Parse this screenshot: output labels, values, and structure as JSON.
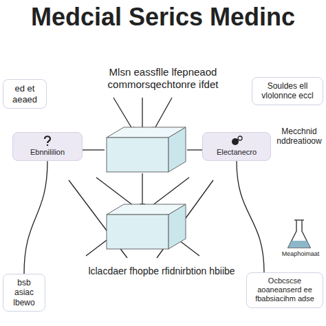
{
  "diagram": {
    "title": "Medcial Serics Medinc",
    "nodes": [
      {
        "text": [
          "ed et aeaed"
        ]
      },
      {
        "text": [
          "Souldes ell vlolonnce eccl"
        ]
      },
      {
        "text": [
          "Ebnnililion"
        ]
      },
      {
        "text": [
          "Electanecro"
        ]
      },
      {
        "text": [
          "bsb asiac lbewo"
        ]
      },
      {
        "text": [
          "Ocbcscse aoaneanserd ee fbabsiacihm adse"
        ]
      }
    ],
    "edges": [
      {
        "from": 2,
        "to": 4,
        "arrow": "none"
      },
      {
        "from": 3,
        "to": 5,
        "arrow": "none"
      }
    ],
    "labels": [
      "Mlsn eassflle lfepneaod commorsqechtonre ifdet",
      "Mecchnid nddreatioow",
      "Meaphoimaat",
      "lclacdaer fhopbe rfidnirbtion hbiibe"
    ]
  }
}
